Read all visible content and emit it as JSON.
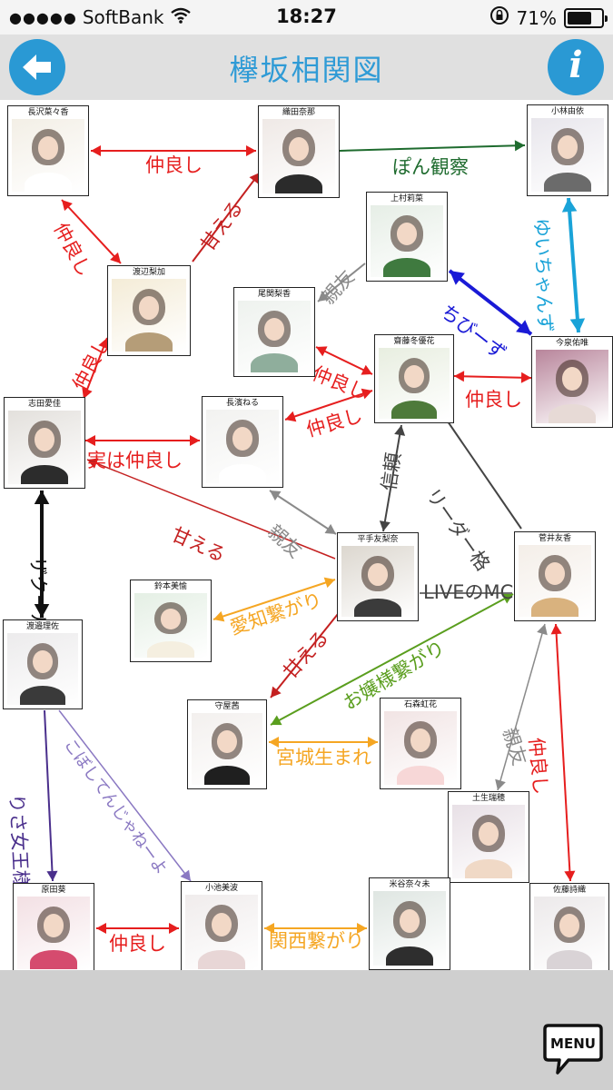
{
  "status_bar": {
    "carrier_dots": "●●●●●",
    "carrier": "SoftBank",
    "time": "18:27",
    "battery_percent": "71%",
    "battery_level": 71
  },
  "header": {
    "title": "欅坂相関図",
    "info_glyph": "i"
  },
  "members": [
    {
      "id": "nagasawa",
      "name": "長沢菜々香",
      "tint": "#f3efe6",
      "shirt": "#ffffff"
    },
    {
      "id": "oda",
      "name": "織田奈那",
      "tint": "#efe9e6",
      "shirt": "#2b2b2b"
    },
    {
      "id": "kobayashi",
      "name": "小林由依",
      "tint": "#e8e6ec",
      "shirt": "#6b6b6b"
    },
    {
      "id": "uemura",
      "name": "上村莉菜",
      "tint": "#e6eee6",
      "shirt": "#3f7a3f"
    },
    {
      "id": "watanabe_r",
      "name": "渡辺梨加",
      "tint": "#f4ecd7",
      "shirt": "#b59d78"
    },
    {
      "id": "ozeki",
      "name": "尾関梨香",
      "tint": "#eef2ee",
      "shirt": "#8fae9c"
    },
    {
      "id": "saito",
      "name": "齋藤冬優花",
      "tint": "#e8eee0",
      "shirt": "#4e7a3a"
    },
    {
      "id": "imaizumi",
      "name": "今泉佑唯",
      "tint": "#b8859b",
      "shirt": "#e7dad6"
    },
    {
      "id": "shida",
      "name": "志田愛佳",
      "tint": "#e3e0dc",
      "shirt": "#2c2c2c"
    },
    {
      "id": "nagahama",
      "name": "長濱ねる",
      "tint": "#f2f2f0",
      "shirt": "#ffffff"
    },
    {
      "id": "hirate",
      "name": "平手友梨奈",
      "tint": "#dcd7cf",
      "shirt": "#3b3b3b"
    },
    {
      "id": "sugai",
      "name": "菅井友香",
      "tint": "#f4eee8",
      "shirt": "#d9b27e"
    },
    {
      "id": "suzumoto",
      "name": "鈴本美愉",
      "tint": "#e4efe4",
      "shirt": "#f5efe0"
    },
    {
      "id": "watanabe_ri",
      "name": "渡邉理佐",
      "tint": "#ecebec",
      "shirt": "#3a3a3a"
    },
    {
      "id": "moriya",
      "name": "守屋茜",
      "tint": "#f3f0ee",
      "shirt": "#1f1f1f"
    },
    {
      "id": "ishimori",
      "name": "石森虹花",
      "tint": "#f1e4e4",
      "shirt": "#f7d7d7"
    },
    {
      "id": "habu",
      "name": "土生瑞穂",
      "tint": "#e8e0e6",
      "shirt": "#f0d9c6"
    },
    {
      "id": "harada",
      "name": "原田葵",
      "tint": "#f3e0e4",
      "shirt": "#d54b6e"
    },
    {
      "id": "koike",
      "name": "小池美波",
      "tint": "#f0ecec",
      "shirt": "#e8d6d6"
    },
    {
      "id": "yonetani",
      "name": "米谷奈々未",
      "tint": "#dfe6e2",
      "shirt": "#2e2e2e"
    },
    {
      "id": "sato",
      "name": "佐藤詩織",
      "tint": "#ece9ea",
      "shirt": "#d9d3d6"
    }
  ],
  "relations": [
    {
      "from": "nagasawa",
      "to": "oda",
      "label": "仲良し",
      "color": "#e61e1e"
    },
    {
      "from": "oda",
      "to": "kobayashi",
      "label": "ぽん観察",
      "color": "#1e6b2e"
    },
    {
      "from": "nagasawa",
      "to": "watanabe_r",
      "label": "仲良し",
      "color": "#e61e1e"
    },
    {
      "from": "watanabe_r",
      "to": "oda",
      "label": "甘える",
      "color": "#c42020"
    },
    {
      "from": "kobayashi",
      "to": "imaizumi",
      "label": "ゆいちゃんず",
      "color": "#1aa3d8"
    },
    {
      "from": "uemura",
      "to": "ozeki",
      "label": "親友",
      "color": "#8a8a8a"
    },
    {
      "from": "uemura",
      "to": "imaizumi",
      "label": "ちびーず",
      "color": "#1a1ad6"
    },
    {
      "from": "saito",
      "to": "ozeki",
      "label": "仲良し",
      "color": "#e61e1e"
    },
    {
      "from": "saito",
      "to": "imaizumi",
      "label": "仲良し",
      "color": "#e61e1e"
    },
    {
      "from": "watanabe_r",
      "to": "shida",
      "label": "仲良し",
      "color": "#e61e1e"
    },
    {
      "from": "saito",
      "to": "nagahama",
      "label": "仲良し",
      "color": "#e61e1e"
    },
    {
      "from": "shida",
      "to": "nagahama",
      "label": "実は仲良し",
      "color": "#e61e1e"
    },
    {
      "from": "hirate",
      "to": "saito",
      "label": "信頼",
      "color": "#444444"
    },
    {
      "from": "sugai",
      "to": "saito",
      "label": "リーダー格",
      "color": "#444444"
    },
    {
      "from": "hirate",
      "to": "shida",
      "label": "甘える",
      "color": "#c42020"
    },
    {
      "from": "nagahama",
      "to": "hirate",
      "label": "親友",
      "color": "#8a8a8a"
    },
    {
      "from": "shida",
      "to": "watanabe_ri",
      "label": "ザクール",
      "color": "#111111"
    },
    {
      "from": "hirate",
      "to": "sugai",
      "label": "LIVEのMC",
      "color": "#444444"
    },
    {
      "from": "suzumoto",
      "to": "hirate",
      "label": "愛知繋がり",
      "color": "#f5a623"
    },
    {
      "from": "hirate",
      "to": "moriya",
      "label": "甘える",
      "color": "#c42020"
    },
    {
      "from": "sugai",
      "to": "moriya",
      "label": "お嬢様繋がり",
      "color": "#5a9e1e"
    },
    {
      "from": "moriya",
      "to": "ishimori",
      "label": "宮城生まれ",
      "color": "#f5a623"
    },
    {
      "from": "sugai",
      "to": "habu",
      "label": "親友",
      "color": "#8a8a8a"
    },
    {
      "from": "sugai",
      "to": "sato",
      "label": "仲良し",
      "color": "#e61e1e"
    },
    {
      "from": "watanabe_ri",
      "to": "harada",
      "label": "りさ女王様",
      "color": "#4a2f8c"
    },
    {
      "from": "watanabe_ri",
      "to": "koike",
      "label": "こぼしてんじゃねーよ",
      "color": "#8a78c2"
    },
    {
      "from": "harada",
      "to": "koike",
      "label": "仲良し",
      "color": "#e61e1e"
    },
    {
      "from": "koike",
      "to": "yonetani",
      "label": "関西繋がり",
      "color": "#f5a623"
    }
  ]
}
